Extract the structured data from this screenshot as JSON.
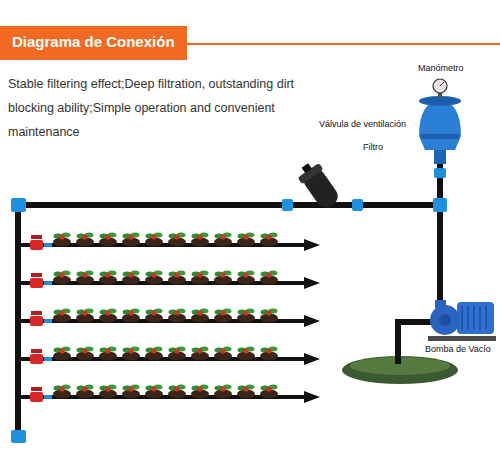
{
  "diagram": {
    "title": "Diagrama de Conexión",
    "labels": [
      "Stable filtering effect;Deep filtration, outstanding dirt blocking ability;Simple operation and convenient maintenance",
      "Manómetro",
      "Válvula de ventilación",
      "Filtro",
      "Bomba de Vacío"
    ]
  }
}
